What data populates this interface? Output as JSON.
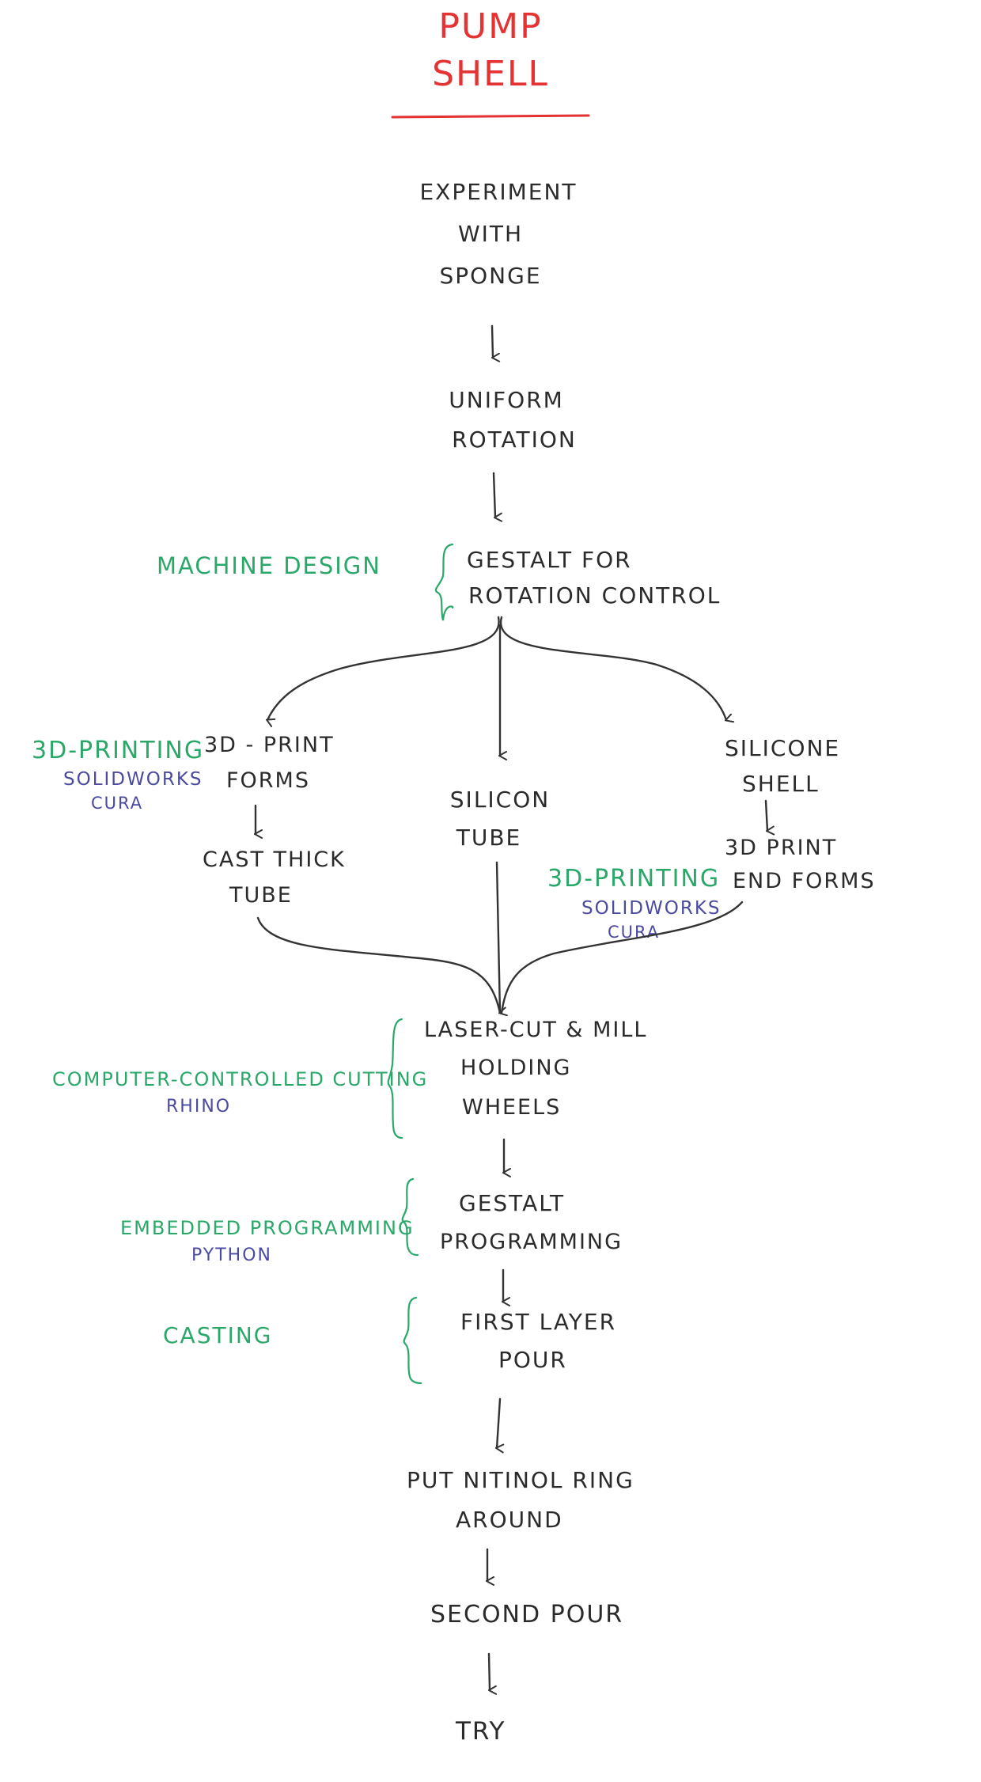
{
  "title": {
    "line1": "PUMP",
    "line2": "SHELL"
  },
  "steps": {
    "experiment": [
      "EXPERIMENT",
      "WITH",
      "SPONGE"
    ],
    "uniform": [
      "UNIFORM",
      "ROTATION"
    ],
    "gestalt_rotation": [
      "GESTALT FOR",
      "ROTATION CONTROL"
    ],
    "print_forms": [
      "3D - PRINT",
      "FORMS"
    ],
    "cast_tube": [
      "CAST THICK",
      "TUBE"
    ],
    "silicon_tube": [
      "SILICON",
      "TUBE"
    ],
    "silicone_shell": [
      "SILICONE",
      "SHELL"
    ],
    "print_end_forms": [
      "3D PRINT",
      "END FORMS"
    ],
    "laser_cut": [
      "LASER-CUT & MILL",
      "HOLDING",
      "WHEELS"
    ],
    "gestalt_programming": [
      "GESTALT",
      "PROGRAMMING"
    ],
    "first_pour": [
      "FIRST LAYER",
      "POUR"
    ],
    "nitinol": [
      "PUT NITINOL RING",
      "AROUND"
    ],
    "second_pour": "SECOND POUR",
    "try": "TRY"
  },
  "annotations": {
    "machine_design": "MACHINE DESIGN",
    "printing_left": {
      "label": "3D-PRINTING",
      "tool1": "SOLIDWORKS",
      "tool2": "CURA"
    },
    "printing_right": {
      "label": "3D-PRINTING",
      "tool1": "SOLIDWORKS",
      "tool2": "CURA"
    },
    "cutting": {
      "label": "COMPUTER-CONTROLLED CUTTING",
      "tool": "RHINO"
    },
    "embedded": {
      "label": "EMBEDDED PROGRAMMING",
      "tool": "PYTHON"
    },
    "casting": "CASTING"
  },
  "colors": {
    "title": "#e53232",
    "ink": "#2b2b2b",
    "category": "#2aa868",
    "tool": "#4a4aa0"
  }
}
